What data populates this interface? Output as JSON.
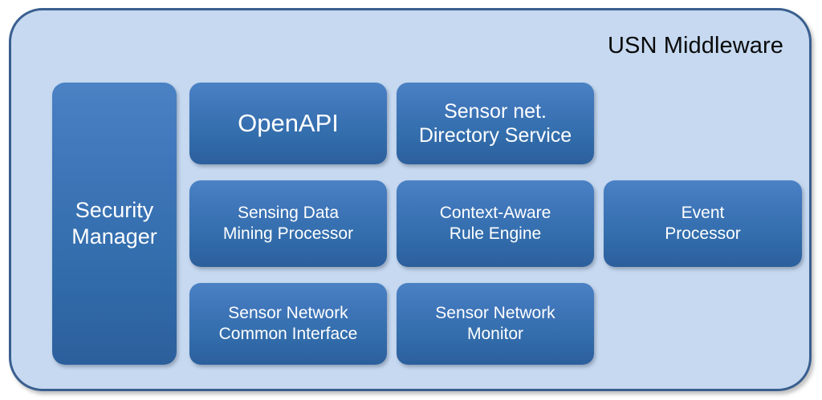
{
  "diagram": {
    "title": "USN Middleware",
    "background_color": "#c6d9f1",
    "border_color": "#3a5f8f",
    "module_fill_top": "#4a82c4",
    "module_fill_bottom": "#2c5f9c",
    "module_text_color": "#ffffff",
    "title_text_color": "#0a0a0a"
  },
  "modules": {
    "security_manager": "Security\nManager",
    "open_api": "OpenAPI",
    "directory_service": "Sensor net.\nDirectory Service",
    "mining_processor": "Sensing Data\nMining Processor",
    "rule_engine": "Context-Aware\nRule Engine",
    "event_processor": "Event\nProcessor",
    "common_interface": "Sensor Network\nCommon Interface",
    "network_monitor": "Sensor Network\nMonitor"
  }
}
